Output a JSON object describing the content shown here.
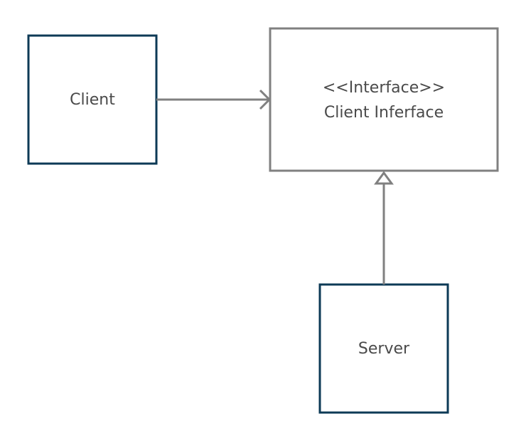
{
  "diagram": {
    "colors": {
      "class_border": "#0d3a56",
      "interface_border": "#808080",
      "connector": "#808080",
      "text": "#4a4a4a",
      "background": "#ffffff"
    },
    "nodes": {
      "client": {
        "label": "Client"
      },
      "client_interface": {
        "stereotype": "<<Interface>>",
        "label": "Client Inferface"
      },
      "server": {
        "label": "Server"
      }
    },
    "edges": [
      {
        "from": "client",
        "to": "client_interface",
        "kind": "association"
      },
      {
        "from": "server",
        "to": "client_interface",
        "kind": "realization"
      }
    ]
  }
}
